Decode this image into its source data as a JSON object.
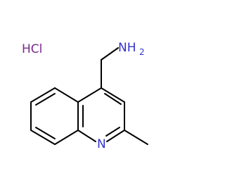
{
  "molecule": {
    "salt": "HCl",
    "amine_label": "NH",
    "amine_subscript": "2",
    "ring_nitrogen": "N"
  },
  "colors": {
    "bond": "#000000",
    "nitrogen": "#3333cc",
    "salt": "#7b2b8b"
  }
}
